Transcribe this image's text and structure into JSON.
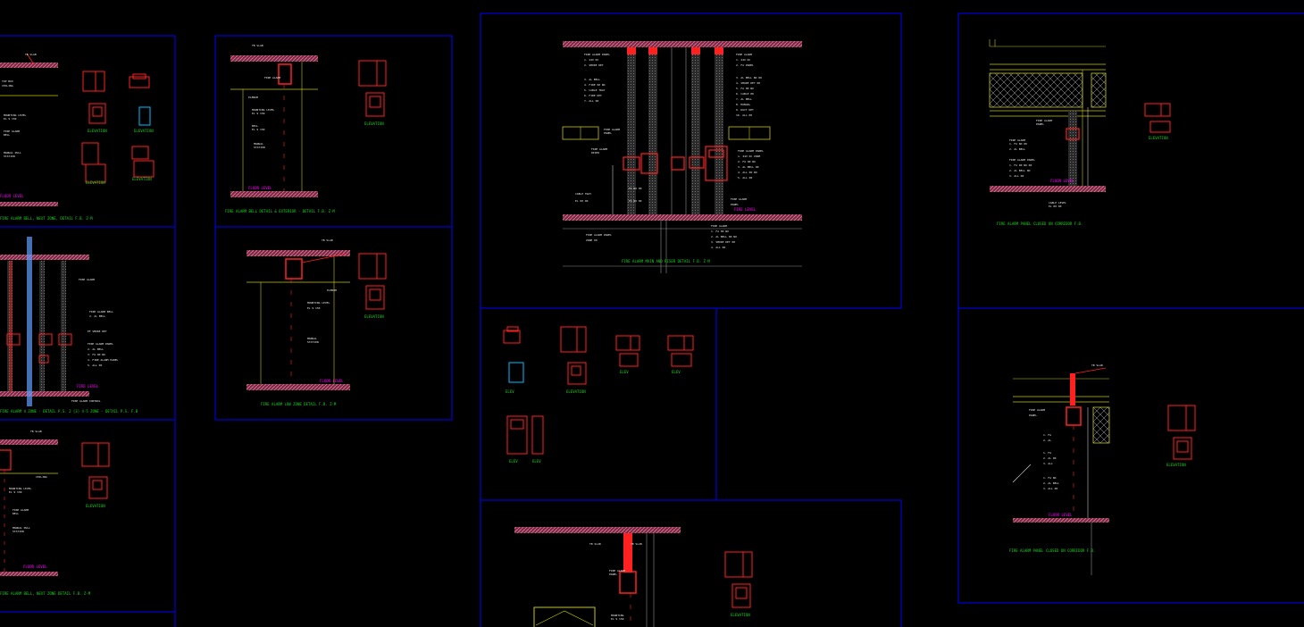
{
  "app": {
    "window_title": "",
    "view": "paper-space",
    "colors": {
      "background": "#000000",
      "viewport_frame": "#0000ff",
      "slab": "#c85a7a",
      "equipment": "#ff2020",
      "annotation_text": "#e8e8e8",
      "caption_text": "#1fd11f",
      "tag_text": "#ff00ff",
      "ceiling_line": "#c8c800"
    }
  },
  "drawings": [
    {
      "id": "detail-a",
      "caption": "—"
    },
    {
      "id": "detail-b",
      "caption": "—"
    },
    {
      "id": "detail-c",
      "caption": "—"
    },
    {
      "id": "detail-d",
      "caption": "—"
    },
    {
      "id": "detail-e",
      "caption": "—"
    },
    {
      "id": "detail-f",
      "caption": "—"
    },
    {
      "id": "detail-g",
      "caption": "—"
    },
    {
      "id": "detail-h",
      "caption": "—"
    }
  ]
}
